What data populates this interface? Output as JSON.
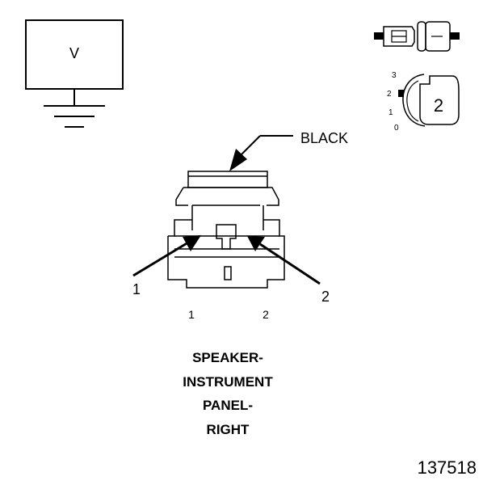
{
  "meter": {
    "symbol": "V"
  },
  "connector": {
    "color_label": "BLACK",
    "pin_callouts": [
      "1",
      "2"
    ],
    "pin_numbers": [
      "1",
      "2"
    ]
  },
  "position_indicator": {
    "scale": [
      "3",
      "2",
      "1",
      "0"
    ],
    "selected_label": "2"
  },
  "caption": [
    "SPEAKER-",
    "INSTRUMENT",
    "PANEL-",
    "RIGHT"
  ],
  "figure_number": "137518"
}
